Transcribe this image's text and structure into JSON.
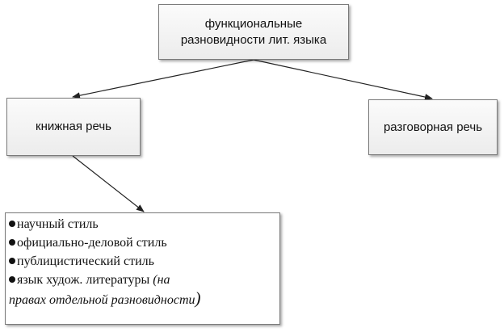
{
  "root": {
    "line1": "функциональные",
    "line2": "разновидности лит. языка"
  },
  "book_speech": {
    "label": "книжная речь"
  },
  "colloquial_speech": {
    "label": "разговорная речь"
  },
  "styles": {
    "items": [
      "научный стиль",
      "официально-деловой стиль",
      "публицистический стиль",
      "язык худож. литературы"
    ],
    "note_line1": "(на",
    "note_line2": "правах отдельной разновидности",
    "note_close": ")"
  }
}
